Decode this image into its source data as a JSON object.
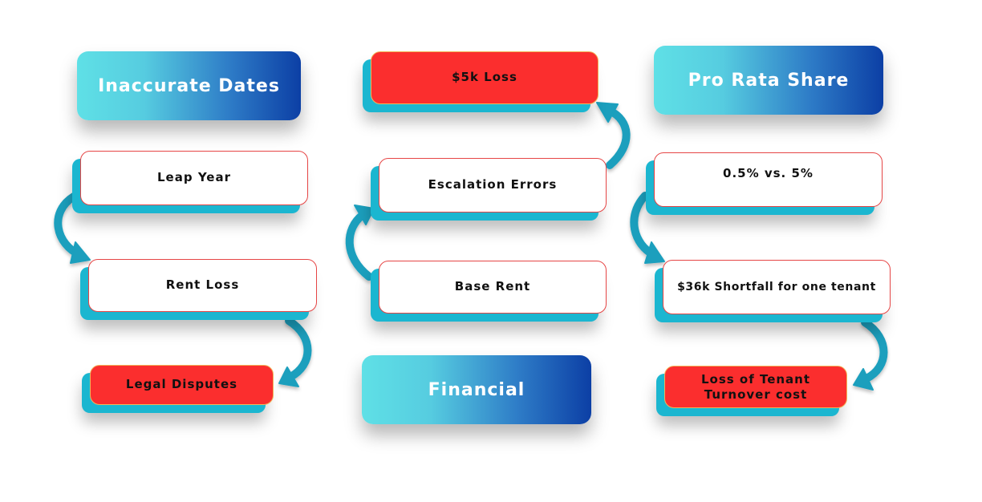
{
  "colors": {
    "header_gradient_start": "#5fe0e6",
    "header_gradient_end": "#0c3fa5",
    "node_shadow": "#1bb6d0",
    "arrow": "#1a9fbd",
    "alert_red": "#fb2e2e",
    "node_border": "#e64545"
  },
  "headers": {
    "inaccurate_dates": "Inaccurate Dates",
    "financial": "Financial",
    "pro_rata_share": "Pro Rata Share"
  },
  "nodes": {
    "leap_year": "Leap Year",
    "rent_loss": "Rent Loss",
    "legal_disputes": "Legal Disputes",
    "base_rent": "Base Rent",
    "escalation_errors": "Escalation Errors",
    "five_k_loss": "$5k Loss",
    "pct_compare": "0.5% vs. 5%",
    "shortfall": "$36k Shortfall for one tenant",
    "loss_of_tenant_line1": "Loss of Tenant",
    "loss_of_tenant_line2": "Turnover cost"
  },
  "connections": [
    {
      "from": "leap_year",
      "to": "rent_loss"
    },
    {
      "from": "rent_loss",
      "to": "legal_disputes"
    },
    {
      "from": "base_rent",
      "to": "escalation_errors"
    },
    {
      "from": "escalation_errors",
      "to": "five_k_loss"
    },
    {
      "from": "pct_compare",
      "to": "shortfall"
    },
    {
      "from": "shortfall",
      "to": "loss_of_tenant"
    }
  ]
}
